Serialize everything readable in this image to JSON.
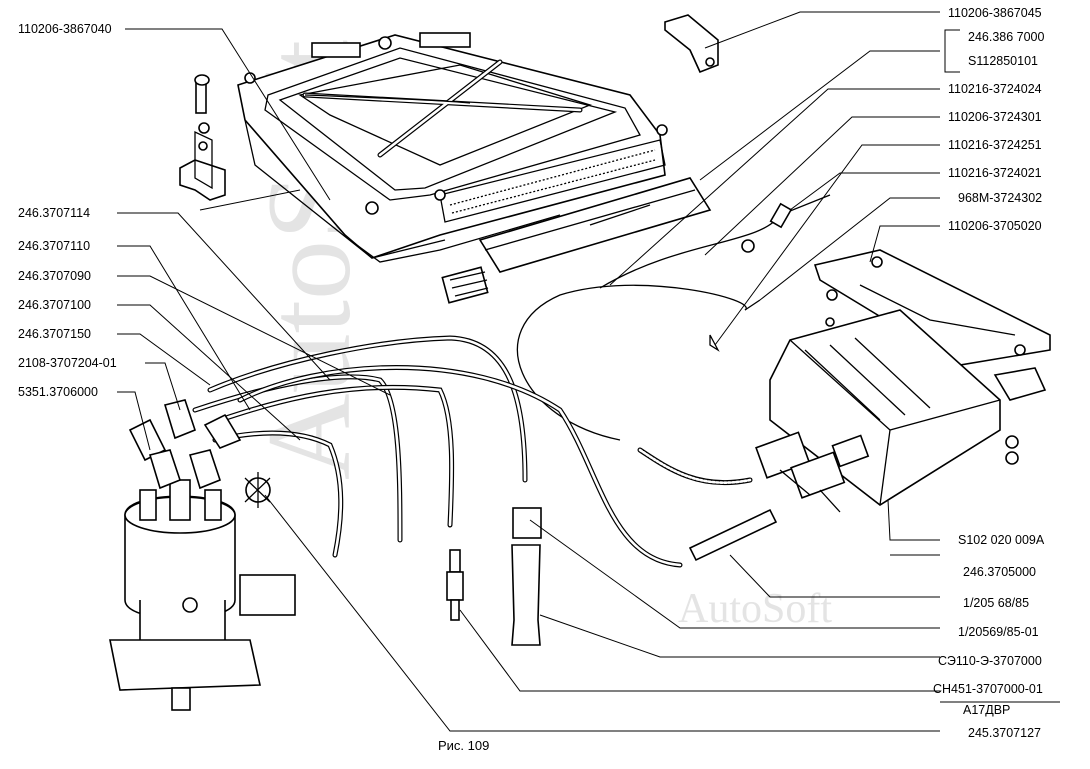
{
  "watermark": "AutoSoft",
  "caption": "Рис. 109",
  "labels_left": [
    "110206-3867040",
    "246.3707114",
    "246.3707110",
    "246.3707090",
    "246.3707100",
    "246.3707150",
    "2108-3707204-01",
    "5351.3706000"
  ],
  "labels_right": [
    "110206-3867045",
    "246.386 7000",
    "S112850101",
    "110216-3724024",
    "110206-3724301",
    "110216-3724251",
    "110216-3724021",
    "968M-3724302",
    "110206-3705020",
    "S102 020 009A",
    "246.3705000",
    "1/205 68/85",
    "1/20569/85-01",
    "СЭ110-Э-3707000",
    "СН451-3707000-01",
    "А17ДВР",
    "245.3707127"
  ]
}
